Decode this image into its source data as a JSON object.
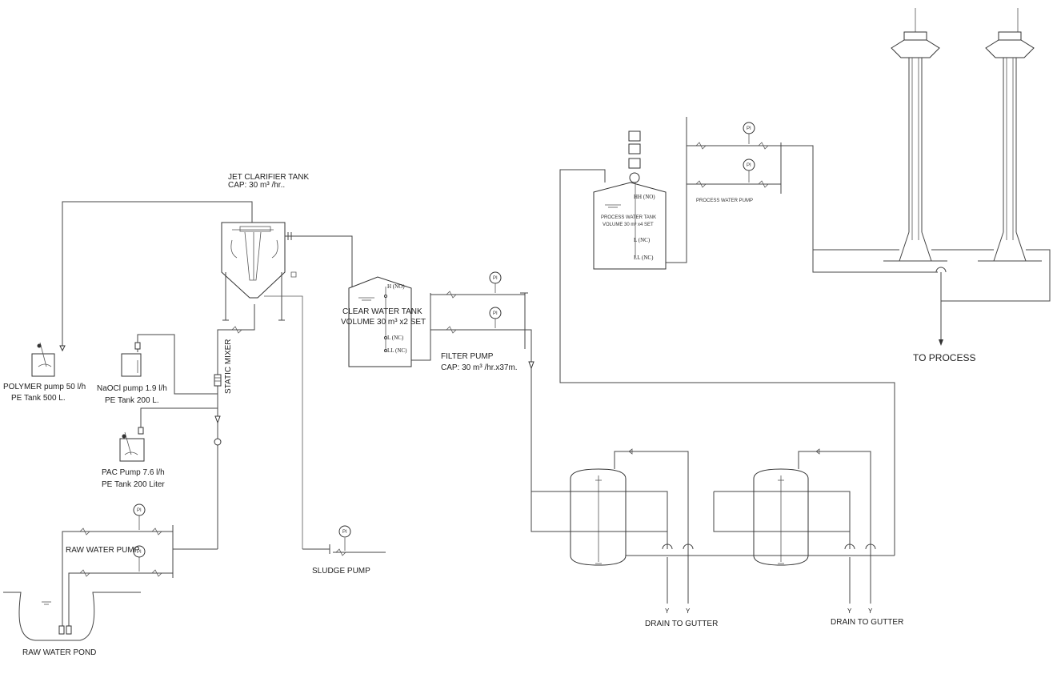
{
  "labels": {
    "jet_title": "JET CLARIFIER TANK",
    "jet_cap": "CAP: 30 m³ /hr..",
    "clear_title": "CLEAR WATER TANK",
    "clear_vol": "VOLUME 30 m³ x2 SET",
    "filter_title": "FILTER PUMP",
    "filter_cap": "CAP: 30 m³ /hr.x37m.",
    "process_tank_1": "PROCESS WATER TANK",
    "process_tank_2": "VOLUME 30 m³ x4 SET",
    "process_pump": "PROCESS WATER PUMP",
    "to_process": "TO   PROCESS",
    "polymer_1": "POLYMER pump 50 l/h",
    "polymer_2": "PE Tank 500 L.",
    "naocl_1": "NaOCl pump  1.9 l/h",
    "naocl_2": "PE Tank 200 L.",
    "pac_1": "PAC Pump 7.6 l/h",
    "pac_2": "PE Tank 200 Liter",
    "static_mixer": "STATIC MIXER",
    "raw_pump": "RAW WATER PUMP",
    "raw_pond": "RAW WATER POND",
    "sludge_pump": "SLUDGE PUMP",
    "drain_1": "DRAIN TO GUTTER",
    "drain_2": "DRAIN TO GUTTER",
    "lvl_hh_clear": "H (NO)",
    "lvl_l_clear": "L (NC)",
    "lvl_ll_clear": "LL (NC)",
    "lvl_hh_proc": "HH (NO)",
    "lvl_l_proc": "L (NC)",
    "lvl_ll_proc": "LL (NC)",
    "drain_y": "Y",
    "gauge_pi": "PI"
  }
}
